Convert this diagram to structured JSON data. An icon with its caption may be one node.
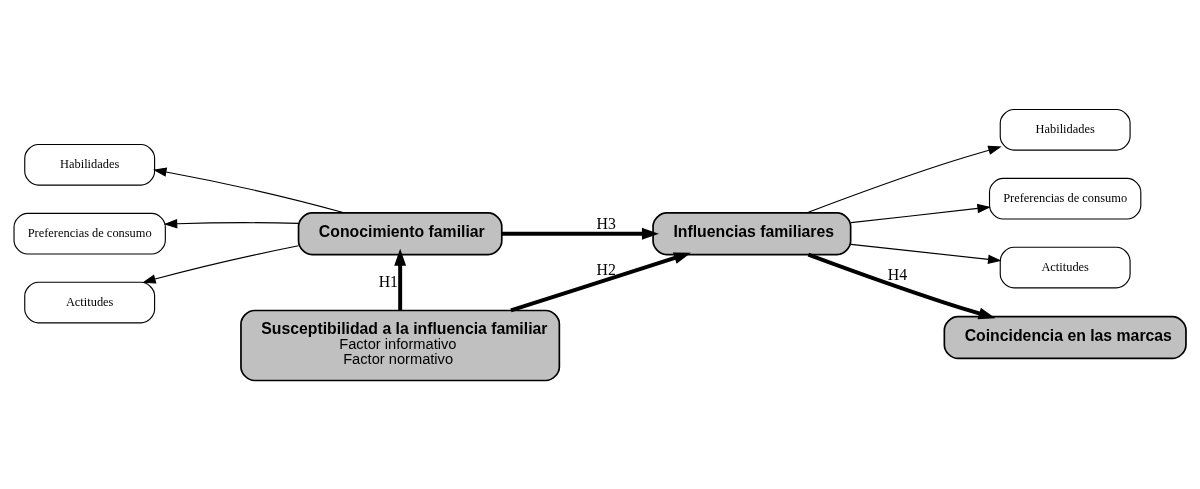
{
  "diagram": {
    "nodes": [
      {
        "text": [
          "Habilidades"
        ]
      },
      {
        "text": [
          "Preferencias de consumo"
        ]
      },
      {
        "text": [
          "Actitudes"
        ]
      },
      {
        "text": [
          "Conocimiento familiar"
        ]
      },
      {
        "text": [
          "Influencias familiares"
        ]
      },
      {
        "text": [
          "Habilidades"
        ]
      },
      {
        "text": [
          "Preferencias de consumo"
        ]
      },
      {
        "text": [
          "Actitudes"
        ]
      },
      {
        "text": [
          "Susceptibilidad a la influencia familiar",
          "Factor informativo",
          "Factor normativo"
        ]
      },
      {
        "text": [
          "Coincidencia en las marcas"
        ]
      }
    ],
    "edges": [
      {
        "from": 3,
        "to": 0,
        "arrow": "to"
      },
      {
        "from": 3,
        "to": 1,
        "arrow": "to"
      },
      {
        "from": 3,
        "to": 2,
        "arrow": "to"
      },
      {
        "from": 4,
        "to": 5,
        "arrow": "to"
      },
      {
        "from": 4,
        "to": 6,
        "arrow": "to"
      },
      {
        "from": 4,
        "to": 7,
        "arrow": "to"
      },
      {
        "from": 3,
        "to": 4,
        "arrow": "to",
        "label": "H3",
        "style": "thick"
      },
      {
        "from": 8,
        "to": 3,
        "arrow": "to",
        "label": "H1",
        "style": "thick"
      },
      {
        "from": 8,
        "to": 4,
        "arrow": "to",
        "label": "H2",
        "style": "thick"
      },
      {
        "from": 4,
        "to": 9,
        "arrow": "to",
        "label": "H4",
        "style": "thick"
      }
    ]
  }
}
